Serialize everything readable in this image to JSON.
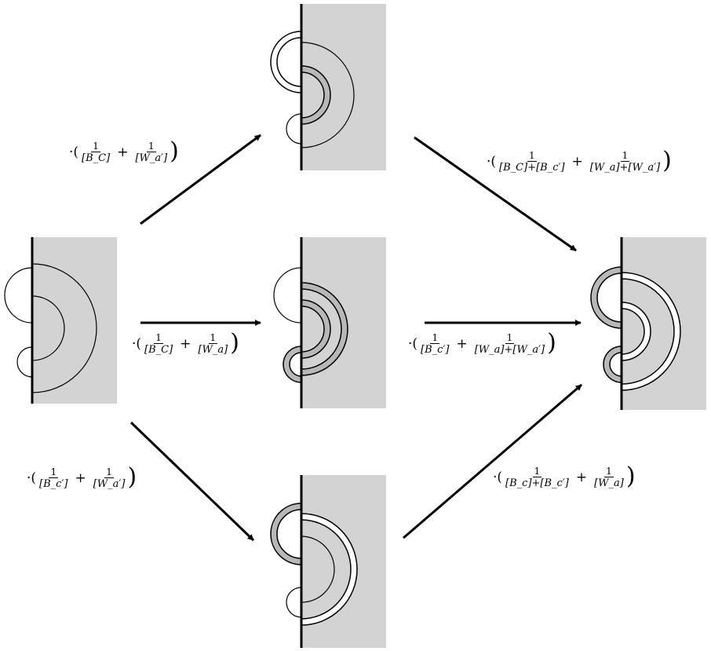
{
  "labels": {
    "top_left": {
      "prefix": "·(",
      "term1": {
        "num": "1",
        "den": "[B_C]"
      },
      "plus": "+",
      "term2": {
        "num": "1",
        "den": "[W_a′]"
      },
      "suffix": ")"
    },
    "middle_left": {
      "prefix": "·(",
      "term1": {
        "num": "1",
        "den": "[B_C]"
      },
      "plus": "+",
      "term2": {
        "num": "1",
        "den": "[W_a]"
      },
      "suffix": ")"
    },
    "bottom_left": {
      "prefix": "·(",
      "term1": {
        "num": "1",
        "den": "[B_c′]"
      },
      "plus": "+",
      "term2": {
        "num": "1",
        "den": "[W_a′]"
      },
      "suffix": ")"
    },
    "top_right": {
      "prefix": "·(",
      "term1": {
        "num": "1",
        "den": "[B_C]+[B_c′]"
      },
      "plus": "+",
      "term2": {
        "num": "1",
        "den": "[W_a]+[W_a′]"
      },
      "suffix": ")"
    },
    "middle_right": {
      "prefix": "·(",
      "term1": {
        "num": "1",
        "den": "[B_c′]"
      },
      "plus": "+",
      "term2": {
        "num": "1",
        "den": "[W_a]+[W_a′]"
      },
      "suffix": ")"
    },
    "bottom_right": {
      "prefix": "·(",
      "term1": {
        "num": "1",
        "den": "[B_c]+[B_c′]"
      },
      "plus": "+",
      "term2": {
        "num": "1",
        "den": "[W_a]"
      },
      "suffix": ")"
    }
  },
  "colors": {
    "region_fill": "#d3d3d3",
    "tube_fill": "#b8b8b8",
    "stroke": "#000000",
    "background": "#ffffff"
  }
}
